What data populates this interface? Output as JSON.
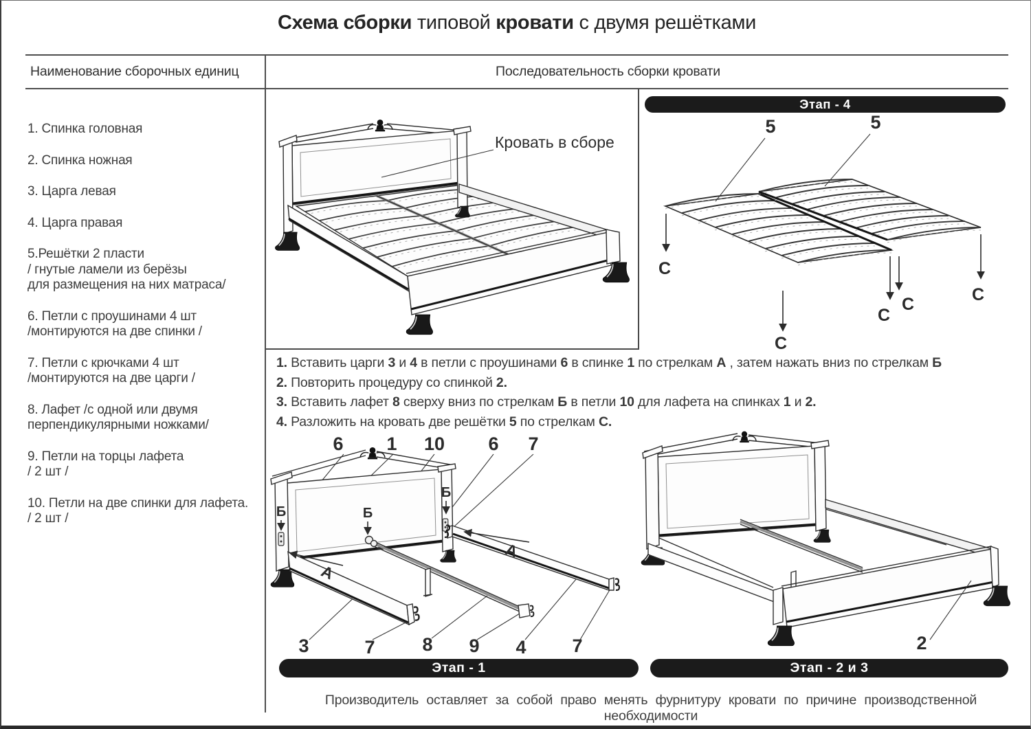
{
  "title_segments": [
    {
      "t": "Схема сборки ",
      "b": true
    },
    {
      "t": "типовой ",
      "b": false
    },
    {
      "t": "кровати ",
      "b": true
    },
    {
      "t": "с двумя решётками",
      "b": false
    }
  ],
  "columns": {
    "left_header": "Наименование  сборочных единиц",
    "right_header": "Последовательность сборки кровати"
  },
  "parts_list": {
    "items": [
      "1.   Спинка головная",
      "2. Спинка ножная",
      "3. Царга левая",
      "4. Царга правая",
      "5.Решётки  2 пласти\n/ гнутые ламели из берёзы\nдля размещения на них матраса/",
      "6. Петли с проушинами 4 шт\n/монтируются на две спинки /",
      "7. Петли с крючками 4 шт\n/монтируются на две царги /",
      "8. Лафет /с одной или двумя\nперпендикулярными ножками/",
      "9. Петли на торцы лафета\n/ 2 шт /",
      "10. Петли на две спинки для лафета.\n/ 2 шт /"
    ]
  },
  "assembled": {
    "caption": "Кровать в сборе"
  },
  "stages": {
    "stage4": {
      "pill": "Этап -  4",
      "grid_label": "5",
      "arrow": "С"
    },
    "stage1": {
      "pill": "Этап - 1",
      "top_callouts": [
        "6",
        "1",
        "10",
        "6",
        "7"
      ],
      "bottom_callouts": [
        "3",
        "7",
        "8",
        "9",
        "4",
        "7"
      ],
      "arrow_a": "А",
      "arrow_b": "Б"
    },
    "stage23": {
      "pill": "Этап -  2 и 3",
      "callout": "2"
    }
  },
  "instructions": {
    "lines": [
      [
        {
          "t": "1.",
          "b": true
        },
        {
          "t": " Вставить царги ",
          "b": false
        },
        {
          "t": "3",
          "b": true
        },
        {
          "t": " и ",
          "b": false
        },
        {
          "t": "4",
          "b": true
        },
        {
          "t": " в петли с проушинами ",
          "b": false
        },
        {
          "t": "6",
          "b": true
        },
        {
          "t": " в спинке ",
          "b": false
        },
        {
          "t": "1",
          "b": true
        },
        {
          "t": " по стрелкам ",
          "b": false
        },
        {
          "t": "А",
          "b": true
        },
        {
          "t": " , затем нажать вниз по стрелкам ",
          "b": false
        },
        {
          "t": "Б",
          "b": true
        }
      ],
      [
        {
          "t": "2.",
          "b": true
        },
        {
          "t": " Повторить процедуру со спинкой ",
          "b": false
        },
        {
          "t": "2.",
          "b": true
        }
      ],
      [
        {
          "t": "3.",
          "b": true
        },
        {
          "t": " Вставить лафет ",
          "b": false
        },
        {
          "t": "8",
          "b": true
        },
        {
          "t": " сверху вниз по стрелкам ",
          "b": false
        },
        {
          "t": "Б",
          "b": true
        },
        {
          "t": " в петли ",
          "b": false
        },
        {
          "t": "10",
          "b": true
        },
        {
          "t": " для лафета на спинках ",
          "b": false
        },
        {
          "t": "1",
          "b": true
        },
        {
          "t": " и ",
          "b": false
        },
        {
          "t": "2.",
          "b": true
        }
      ],
      [
        {
          "t": "4.",
          "b": true
        },
        {
          "t": " Разложить на кровать две решётки ",
          "b": false
        },
        {
          "t": "5",
          "b": true
        },
        {
          "t": "  по стрелкам ",
          "b": false
        },
        {
          "t": "С.",
          "b": true
        }
      ]
    ]
  },
  "footer": "Производитель  оставляет  за  собой  право  менять  фурнитуру  кровати  по  причине  производственной  необходимости",
  "colors": {
    "ink": "#2f2f2f",
    "pill_bg": "#1b1b1b",
    "pill_text": "#ffffff",
    "rule": "#4d4d4d"
  }
}
